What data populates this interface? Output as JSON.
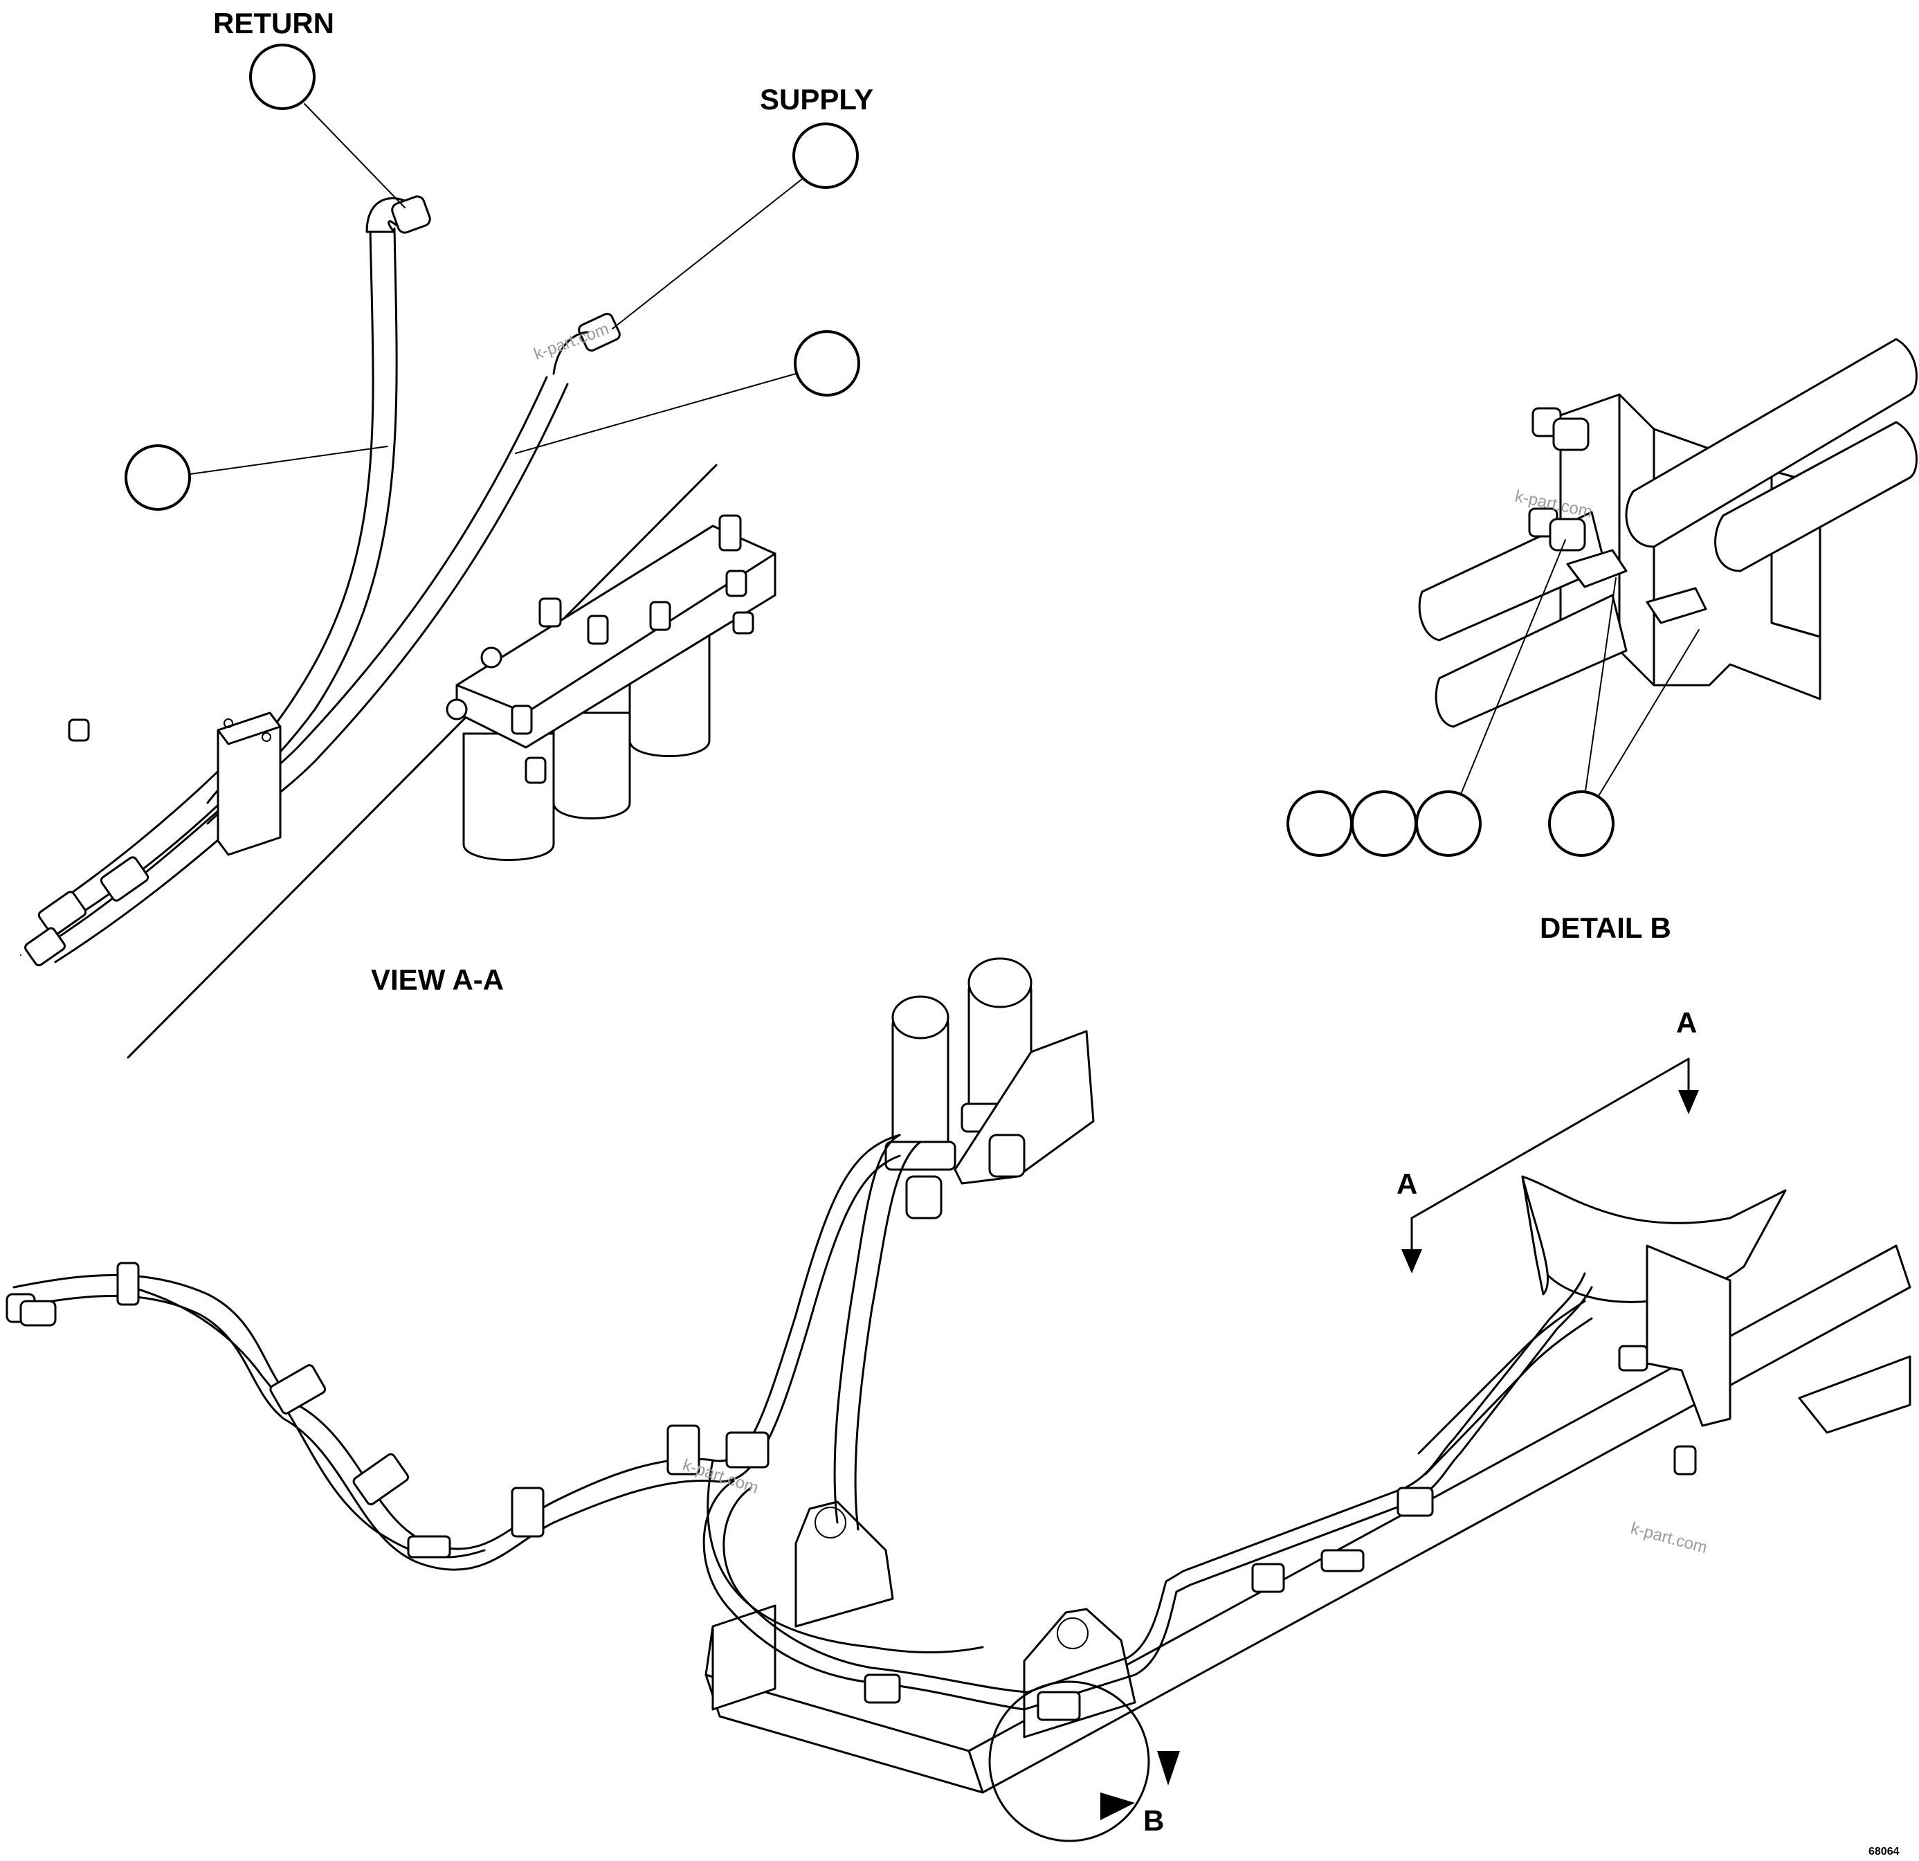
{
  "labels": {
    "return": "RETURN",
    "supply": "SUPPLY",
    "view_aa": "VIEW A-A",
    "detail_b": "DETAIL B",
    "section_a_left": "A",
    "section_a_right": "A",
    "detail_b_marker": "B",
    "figure_number": "68064"
  },
  "watermarks": [
    "k-part.com",
    "k-part.com",
    "k-part.com",
    "k-part.com"
  ],
  "callouts": {
    "view_aa_count": 4,
    "detail_b_count": 4
  }
}
